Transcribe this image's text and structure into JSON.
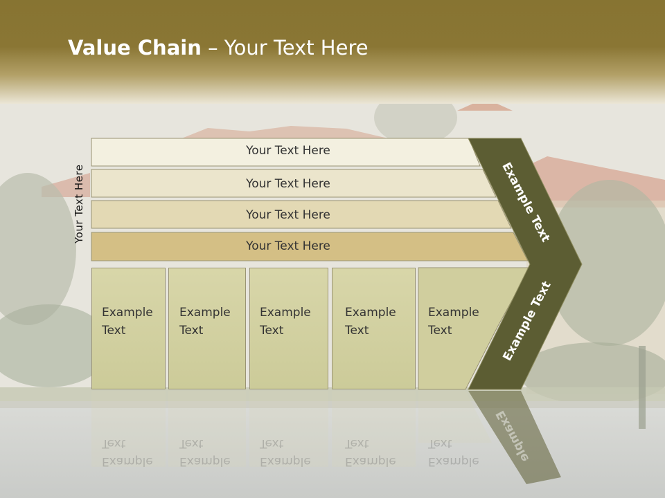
{
  "title": {
    "bold": "Value Chain",
    "rest": " – Your Text Here"
  },
  "side_label": "Your Text Here",
  "bars": [
    {
      "label": "Your Text Here"
    },
    {
      "label": "Your Text Here"
    },
    {
      "label": "Your Text Here"
    },
    {
      "label": "Your Text Here"
    }
  ],
  "boxes": [
    {
      "label": "Example\nText"
    },
    {
      "label": "Example\nText"
    },
    {
      "label": "Example\nText"
    },
    {
      "label": "Example\nText"
    },
    {
      "label": "Example\nText"
    }
  ],
  "chevron": {
    "upper": "Example Text",
    "lower": "Example Text"
  },
  "reflection": {
    "lower_chevron": "Example"
  },
  "colors": {
    "header": "#877432",
    "chevron": "#5c5d33",
    "bar_1": "#f3f0e0",
    "bar_2": "#ebe5cc",
    "bar_3": "#e3d9b4",
    "bar_4": "#d4bf85",
    "box": "#d1cf9f"
  }
}
